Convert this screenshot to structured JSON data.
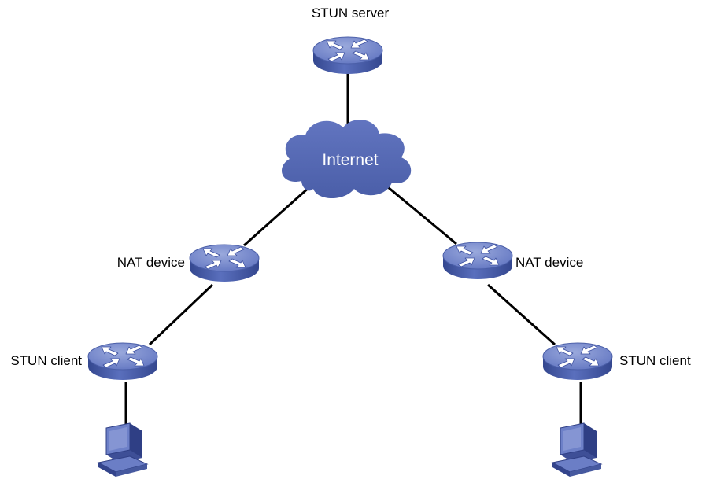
{
  "labels": {
    "stun_server": "STUN server",
    "internet": "Internet",
    "nat_device_left": "NAT device",
    "nat_device_right": "NAT device",
    "stun_client_left": "STUN client",
    "stun_client_right": "STUN client"
  },
  "icons": {
    "router": "router-icon",
    "cloud": "cloud-icon",
    "host": "host-computer-icon"
  },
  "colors": {
    "device_top": "#6f82c6",
    "device_side": "#3a4f9a",
    "cloud": "#5468b4",
    "link": "#000000"
  }
}
